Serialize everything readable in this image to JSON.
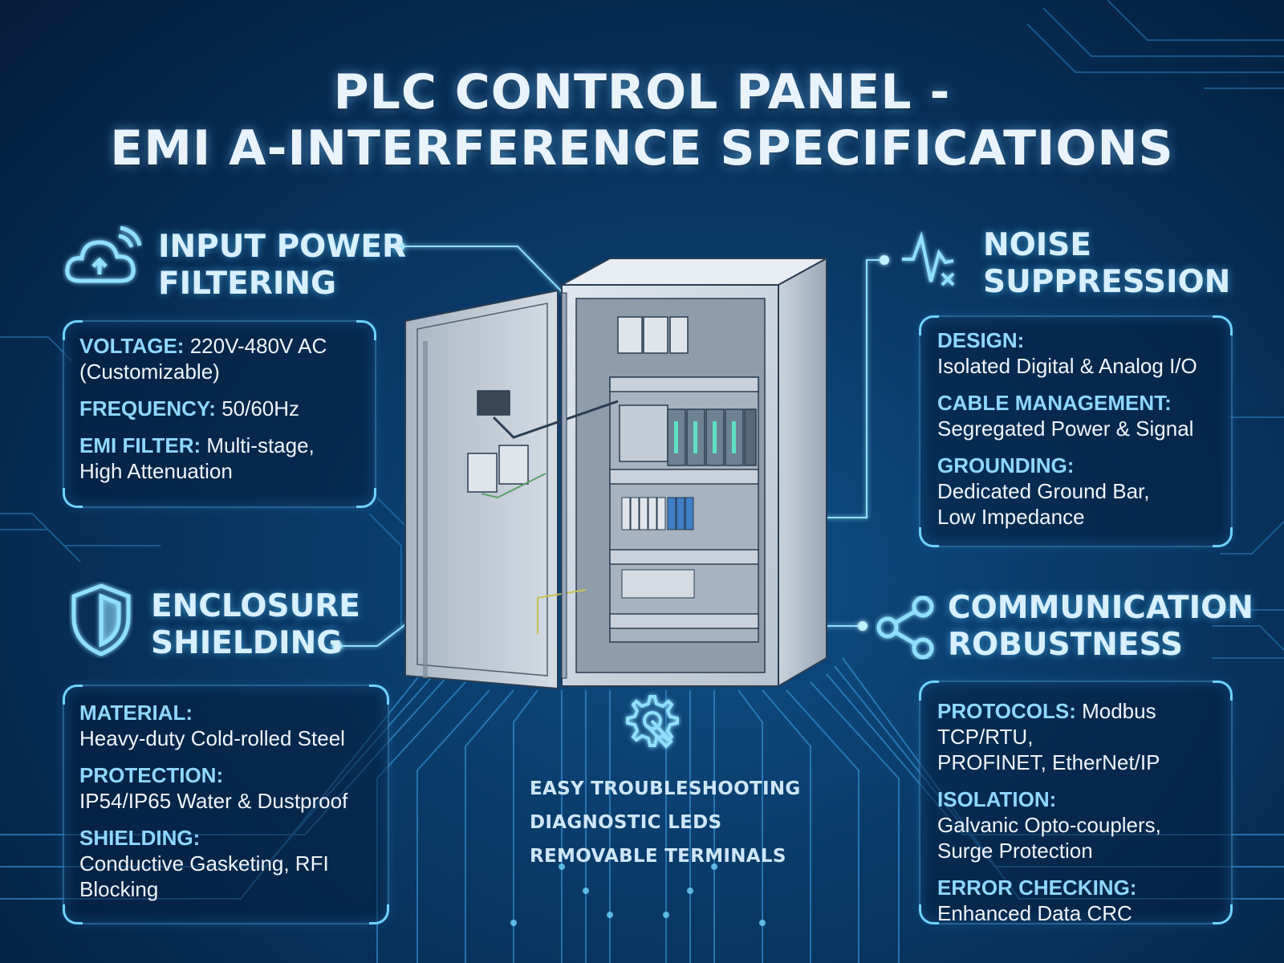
{
  "title": {
    "line1": "PLC CONTROL PANEL -",
    "line2": "EMI A-INTERFERENCE SPECIFICATIONS"
  },
  "sections": {
    "input_power": {
      "icon": "cloud-upload-icon",
      "heading_line1": "INPUT POWER",
      "heading_line2": "FILTERING",
      "items": [
        {
          "key": "VOLTAGE:",
          "value": " 220V-480V AC",
          "value2": "(Customizable)"
        },
        {
          "key": "FREQUENCY:",
          "value": " 50/60Hz",
          "value2": ""
        },
        {
          "key": "EMI FILTER:",
          "value": " Multi-stage,",
          "value2": "High Attenuation"
        }
      ]
    },
    "noise": {
      "icon": "noise-wave-icon",
      "heading_line1": "NOISE",
      "heading_line2": "SUPPRESSION",
      "items": [
        {
          "key": "DESIGN:",
          "value": "Isolated Digital & Analog I/O",
          "value2": ""
        },
        {
          "key": "CABLE MANAGEMENT:",
          "value": "Segregated Power & Signal",
          "value2": ""
        },
        {
          "key": "GROUNDING:",
          "value": "Dedicated Ground Bar,",
          "value2": "Low Impedance"
        }
      ]
    },
    "enclosure": {
      "icon": "shield-icon",
      "heading_line1": "ENCLOSURE",
      "heading_line2": "SHIELDING",
      "items": [
        {
          "key": "MATERIAL:",
          "value": "Heavy-duty Cold-rolled Steel",
          "value2": ""
        },
        {
          "key": "PROTECTION:",
          "value": "IP54/IP65 Water & Dustproof",
          "value2": ""
        },
        {
          "key": "SHIELDING:",
          "value": "Conductive Gasketing, RFI",
          "value2": "Blocking"
        }
      ]
    },
    "communication": {
      "icon": "share-network-icon",
      "heading_line1": "COMMUNICATION",
      "heading_line2": "ROBUSTNESS",
      "items": [
        {
          "key": "PROTOCOLS:",
          "value": " Modbus TCP/RTU,",
          "value2": "PROFINET, EtherNet/IP"
        },
        {
          "key": "ISOLATION:",
          "value": "Galvanic Opto-couplers,",
          "value2": "Surge Protection"
        },
        {
          "key": "ERROR CHECKING:",
          "value": "Enhanced Data CRC",
          "value2": ""
        }
      ]
    },
    "troubleshooting": {
      "icon": "gear-wrench-icon",
      "items": [
        "EASY TROUBLESHOOTING",
        "DIAGNOSTIC LEDS",
        "REMOVABLE TERMINALS"
      ]
    }
  },
  "colors": {
    "background": "#0a3a68",
    "accent": "#6fd3ff",
    "key_text": "#8fd8ff",
    "heading": "#d7efff"
  }
}
